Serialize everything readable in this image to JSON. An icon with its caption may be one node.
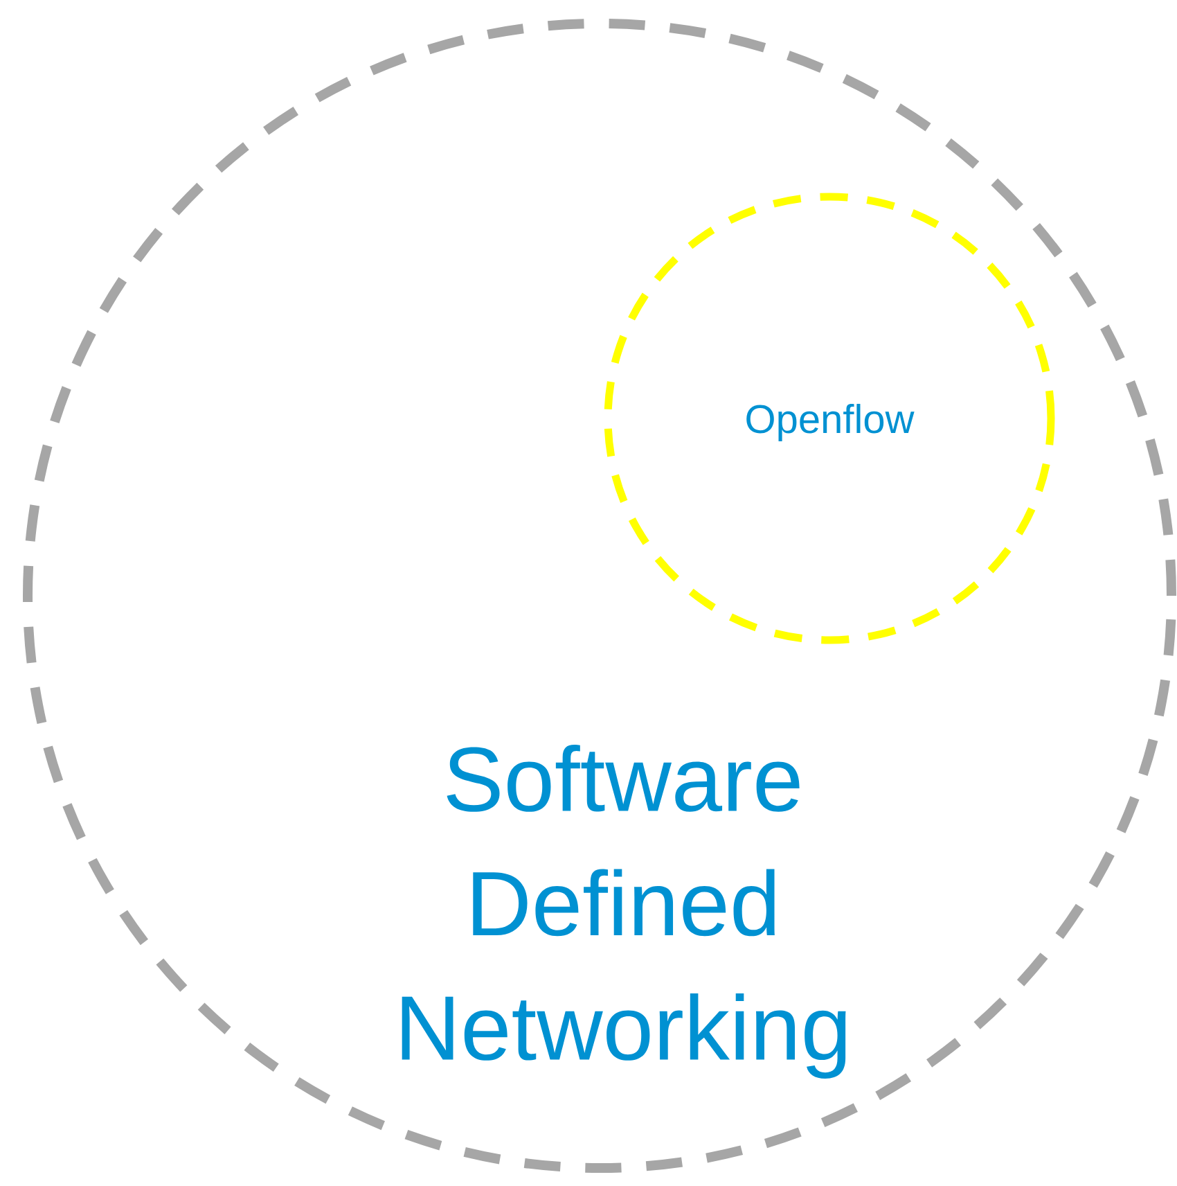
{
  "diagram": {
    "nodes": [
      {
        "text": [
          "Software Defined Networking"
        ]
      },
      {
        "text": [
          "Openflow"
        ],
        "in": 0
      }
    ]
  }
}
